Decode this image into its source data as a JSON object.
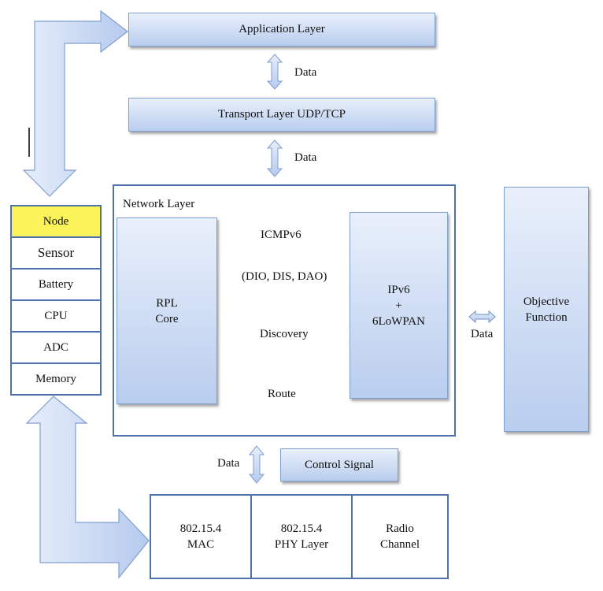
{
  "layers": {
    "application": "Application Layer",
    "transport": "Transport Layer UDP/TCP",
    "network": "Network Layer",
    "rpl_core": [
      "RPL",
      "Core"
    ],
    "ipv6": [
      "IPv6",
      "+",
      "6LoWPAN"
    ],
    "objective_function": [
      "Objective",
      "Function"
    ],
    "control_signal": "Control Signal",
    "mac": [
      "802.15.4",
      "MAC"
    ],
    "phy": [
      "802.15.4",
      "PHY Layer"
    ],
    "radio": [
      "Radio",
      "Channel"
    ]
  },
  "links": {
    "data": "Data",
    "icmpv6": "ICMPv6",
    "icmp_messages": "(DIO, DIS, DAO)",
    "discovery": "Discovery",
    "route": "Route"
  },
  "node": {
    "title": "Node",
    "items": [
      "Sensor",
      "Battery",
      "CPU",
      "ADC",
      "Memory"
    ]
  },
  "colors": {
    "box_light": "#e9f0fb",
    "box_dark": "#b9cdee",
    "border": "#4f72a8",
    "node_highlight": "#fbf35a"
  }
}
